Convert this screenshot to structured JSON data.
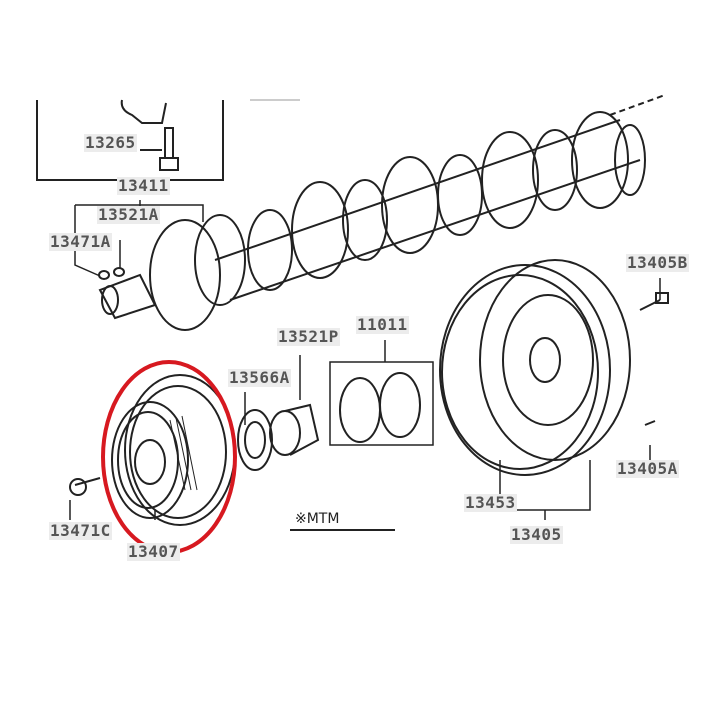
{
  "diagram": {
    "labels": {
      "p13265": "13265",
      "p13411": "13411",
      "p13521A": "13521A",
      "p13471A": "13471A",
      "p13405B": "13405B",
      "p13521P": "13521P",
      "p11011": "11011",
      "p13566A": "13566A",
      "p13405A": "13405A",
      "p13453": "13453",
      "p13405": "13405",
      "p13471C": "13471C",
      "p13407": "13407"
    },
    "note": "※MTM",
    "highlight_color": "#d71920"
  }
}
